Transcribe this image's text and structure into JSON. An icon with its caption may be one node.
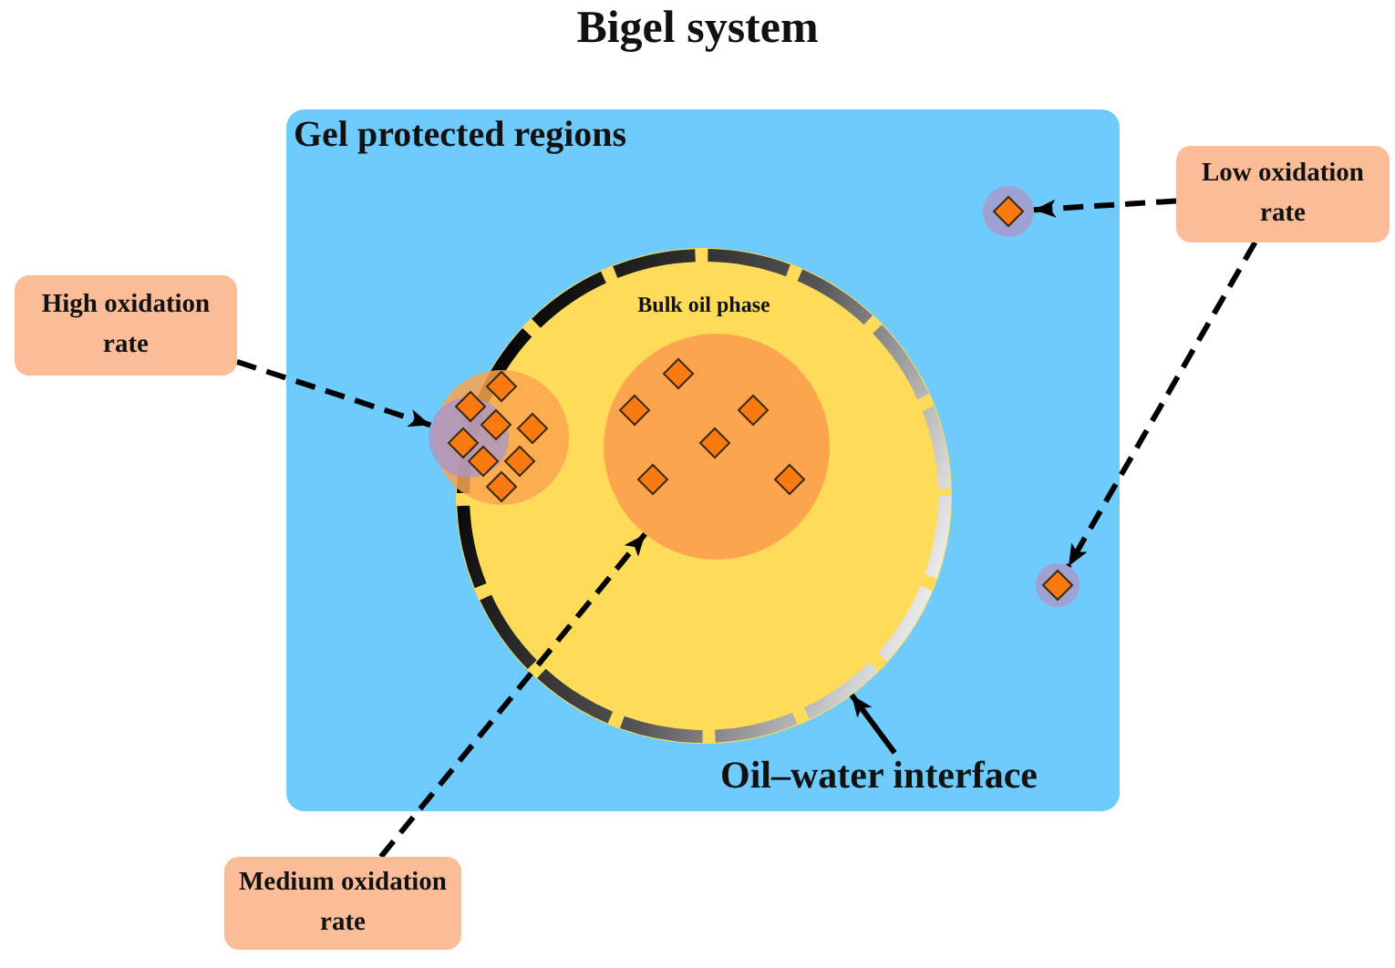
{
  "diagram": {
    "title": "Bigel system",
    "nodes": [
      {
        "text": [
          "Gel protected regions"
        ]
      },
      {
        "text": [
          "Bulk oil phase"
        ],
        "in": 0
      },
      {
        "text": [],
        "shape": "circle",
        "in": 0
      },
      {
        "text": [],
        "shape": "circle",
        "in": 1
      },
      {
        "text": [],
        "shape": "circle",
        "in": 0
      },
      {
        "text": [],
        "shape": "circle",
        "in": 0
      },
      {
        "text": [
          "Oil–water interface"
        ],
        "in": 0
      },
      {
        "text": [
          "High oxidation rate"
        ]
      },
      {
        "text": [
          "Medium oxidation rate"
        ]
      },
      {
        "text": [
          "Low oxidation rate"
        ]
      }
    ],
    "edges": [
      {
        "from": 7,
        "to": 2,
        "arrow": "to",
        "style": "dashed"
      },
      {
        "from": 8,
        "to": 3,
        "arrow": "to",
        "style": "dashed"
      },
      {
        "from": 9,
        "to": 4,
        "arrow": "to",
        "style": "dashed"
      },
      {
        "from": 9,
        "to": 5,
        "arrow": "to",
        "style": "dashed"
      },
      {
        "from": 6,
        "to": 1,
        "arrow": "to"
      }
    ]
  }
}
